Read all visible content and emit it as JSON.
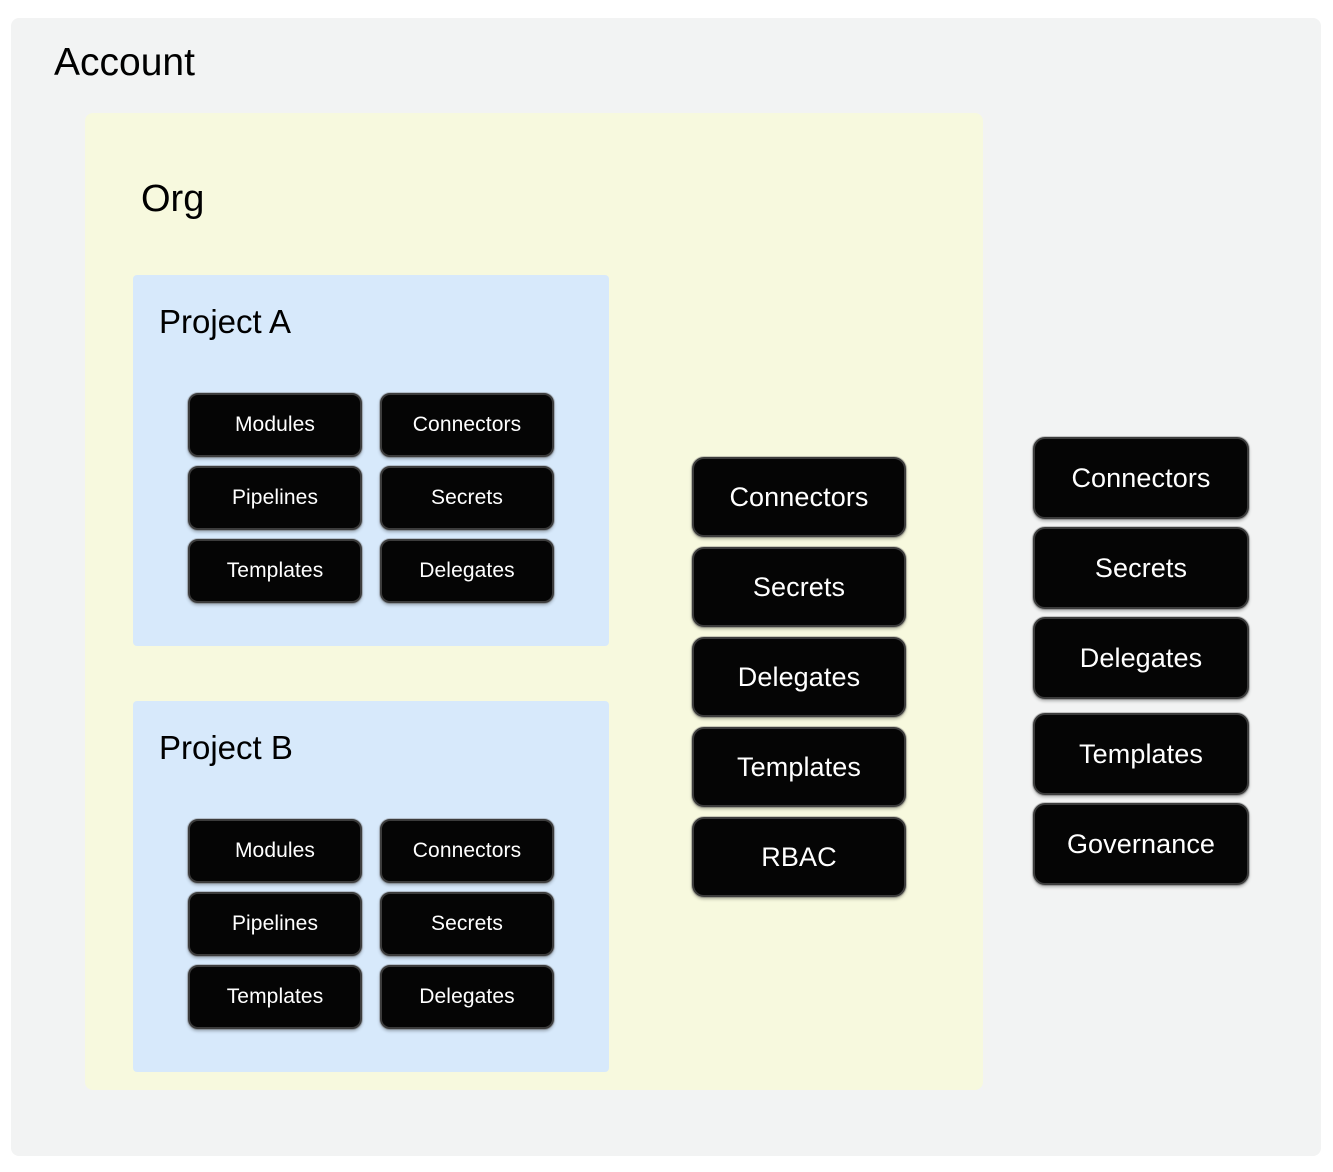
{
  "diagram": {
    "type": "nested-hierarchy",
    "title": "Account",
    "colors": {
      "account_background": "#f2f3f3",
      "org_background": "#f7f9de",
      "project_background": "#d7e9fb",
      "node_background": "#050505",
      "node_text": "#ffffff",
      "node_border": "#3c3c3c"
    }
  },
  "account": {
    "label": "Account",
    "resources": [
      {
        "label": "Connectors"
      },
      {
        "label": "Secrets"
      },
      {
        "label": "Delegates"
      },
      {
        "label": "Templates"
      },
      {
        "label": "Governance"
      }
    ]
  },
  "org": {
    "label": "Org",
    "resources": [
      {
        "label": "Connectors"
      },
      {
        "label": "Secrets"
      },
      {
        "label": "Delegates"
      },
      {
        "label": "Templates"
      },
      {
        "label": "RBAC"
      }
    ]
  },
  "projects": [
    {
      "label": "Project A",
      "resources": [
        {
          "label": "Modules"
        },
        {
          "label": "Connectors"
        },
        {
          "label": "Pipelines"
        },
        {
          "label": "Secrets"
        },
        {
          "label": "Templates"
        },
        {
          "label": "Delegates"
        }
      ]
    },
    {
      "label": "Project B",
      "resources": [
        {
          "label": "Modules"
        },
        {
          "label": "Connectors"
        },
        {
          "label": "Pipelines"
        },
        {
          "label": "Secrets"
        },
        {
          "label": "Templates"
        },
        {
          "label": "Delegates"
        }
      ]
    }
  ]
}
